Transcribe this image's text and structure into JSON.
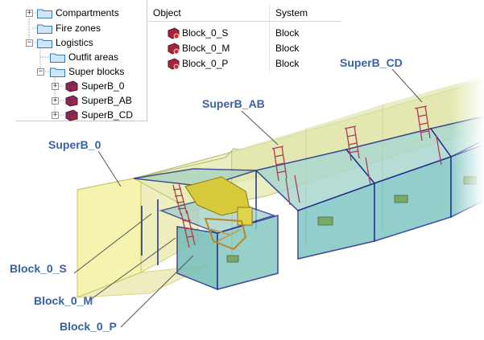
{
  "tree": {
    "items": [
      {
        "label": "Compartments",
        "icon": "folder-icon"
      },
      {
        "label": "Fire zones",
        "icon": "folder-icon"
      },
      {
        "label": "Logistics",
        "icon": "folder-icon"
      },
      {
        "label": "Outfit areas",
        "icon": "folder-icon"
      },
      {
        "label": "Super blocks",
        "icon": "folder-icon"
      },
      {
        "label": "SuperB_0",
        "icon": "super-block-icon"
      },
      {
        "label": "SuperB_AB",
        "icon": "super-block-icon"
      },
      {
        "label": "SuperB_CD",
        "icon": "super-block-icon"
      }
    ]
  },
  "table": {
    "headers": [
      "Object",
      "System"
    ],
    "rows": [
      {
        "object": "Block_0_S",
        "system": "Block",
        "icon": "block-icon"
      },
      {
        "object": "Block_0_M",
        "system": "Block",
        "icon": "block-icon"
      },
      {
        "object": "Block_0_P",
        "system": "Block",
        "icon": "block-icon"
      }
    ]
  },
  "callouts": {
    "superb_0": "SuperB_0",
    "superb_ab": "SuperB_AB",
    "superb_cd": "SuperB_CD",
    "block_0_s": "Block_0_S",
    "block_0_m": "Block_0_M",
    "block_0_p": "Block_0_P"
  },
  "colors": {
    "callout_text": "#3a62a1",
    "superblock_fill": "#f4f3a6",
    "block_fill": "#7fc6c2",
    "block_edge": "#1d2a8c",
    "equipment_red": "#c0405a",
    "equipment_yellow": "#d4c22a"
  }
}
